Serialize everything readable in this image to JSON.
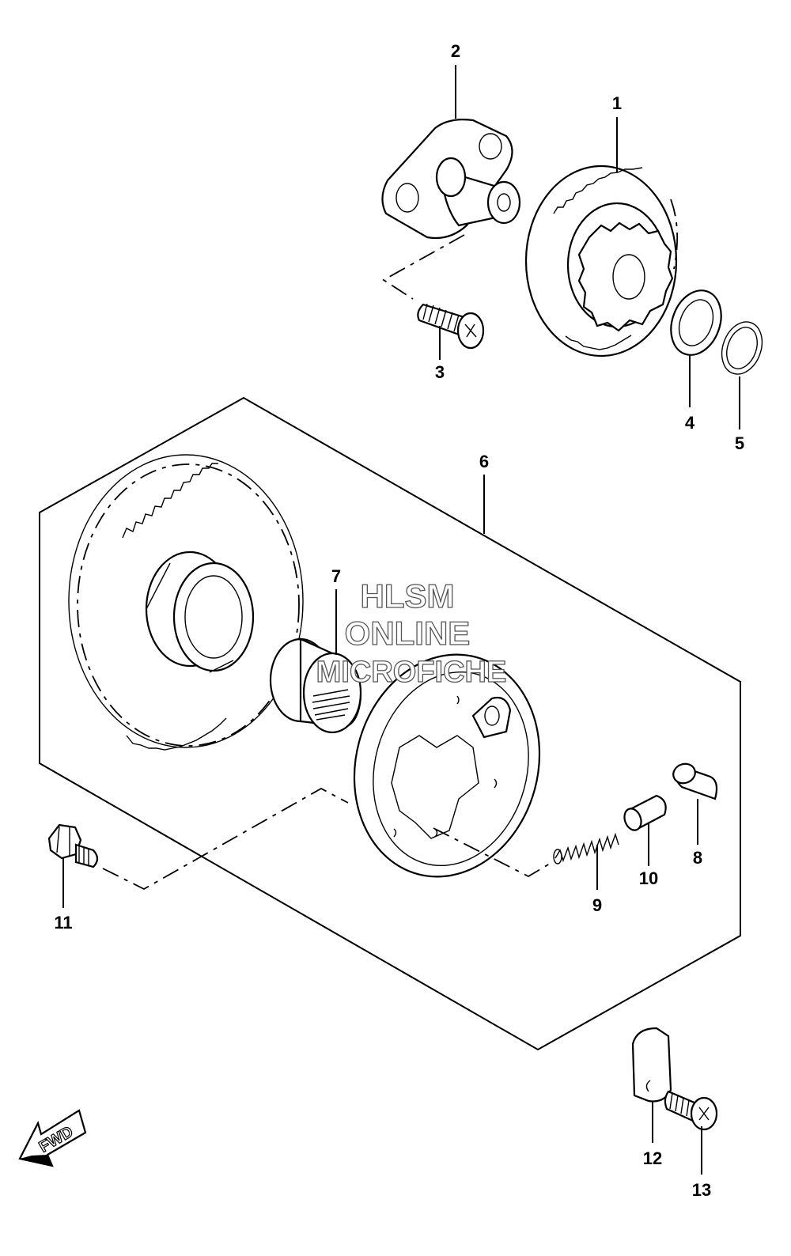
{
  "diagram": {
    "callouts": [
      {
        "id": "1",
        "label": "1"
      },
      {
        "id": "2",
        "label": "2"
      },
      {
        "id": "3",
        "label": "3"
      },
      {
        "id": "4",
        "label": "4"
      },
      {
        "id": "5",
        "label": "5"
      },
      {
        "id": "6",
        "label": "6"
      },
      {
        "id": "7",
        "label": "7"
      },
      {
        "id": "8",
        "label": "8"
      },
      {
        "id": "9",
        "label": "9"
      },
      {
        "id": "10",
        "label": "10"
      },
      {
        "id": "11",
        "label": "11"
      },
      {
        "id": "12",
        "label": "12"
      },
      {
        "id": "13",
        "label": "13"
      }
    ],
    "fwd_label": "FWD",
    "watermark": {
      "line1": "HLSM",
      "line2": "ONLINE",
      "line3": "MICROFICHE"
    }
  }
}
